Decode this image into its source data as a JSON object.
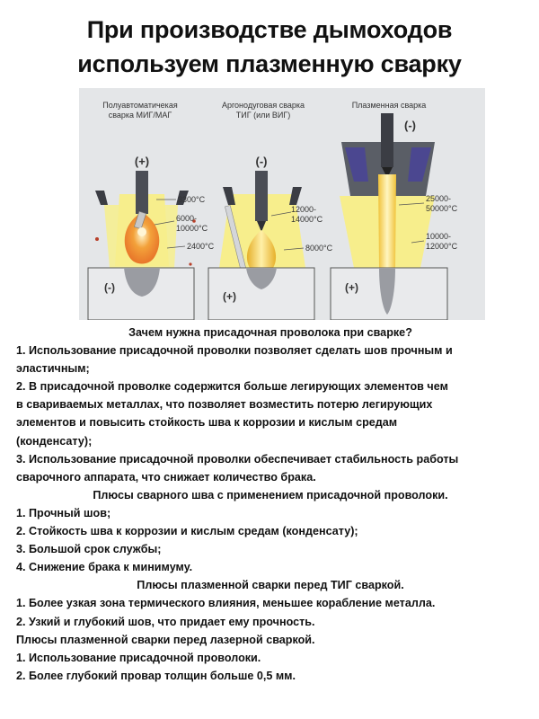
{
  "title": {
    "line1": "При производстве дымоходов",
    "line2": "используем плазменную сварку"
  },
  "diagram": {
    "mig": {
      "label_line1": "Полуавтоматичекая",
      "label_line2": "сварка МИГ/МАГ",
      "electrode_polarity": "(+)",
      "work_polarity": "(-)",
      "temp_arc": "3300°C",
      "temp_core_line1": "6000-",
      "temp_core_line2": "10000°C",
      "temp_outer": "2400°C"
    },
    "tig": {
      "label_line1": "Аргонодуговая сварка",
      "label_line2": "ТИГ (или ВИГ)",
      "electrode_polarity": "(-)",
      "work_polarity": "(+)",
      "temp_core_line1": "12000-",
      "temp_core_line2": "14000°C",
      "temp_outer": "8000°C"
    },
    "plasma": {
      "label": "Плазменная сварка",
      "electrode_polarity": "(-)",
      "work_polarity": "(+)",
      "temp_core_line1": "25000-",
      "temp_core_line2": "50000°C",
      "temp_outer_line1": "10000-",
      "temp_outer_line2": "12000°C"
    },
    "colors": {
      "background": "#e4e6e8",
      "flame_yellow": "#f7ee8c",
      "arc_orange": "#f08a2a",
      "workpiece": "#e9eaec",
      "torch": "#4a4d55",
      "nozzle_purple": "#4b4790"
    }
  },
  "text": {
    "q_heading": "Зачем нужна присадочная проволока при сварке?",
    "q1_l1": "1. Использование присадочной проволки позволяет  сделать шов прочным и",
    "q1_l2": "эластичным;",
    "q2_l1": "2. В присадочной проволке содержится больше легирующих элементов чем",
    "q2_l2": "в свариваемых металлах, что позволяет возместить потерю легирующих",
    "q2_l3": "элементов и повысить стойкость шва к коррозии и кислым средам",
    "q2_l4": "(конденсату);",
    "q3_l1": "3. Использование присадочной проволки обеспечивает стабильность работы",
    "q3_l2": "сварочного аппарата, что снижает количество брака.",
    "pros_wire_heading": "Плюсы  сварного шва с применением присадочной проволоки.",
    "pw1": "1. Прочный шов;",
    "pw2": "2. Стойкость шва к коррозии и кислым средам (конденсату);",
    "pw3": "3. Большой срок службы;",
    "pw4": "4. Снижение брака к минимуму.",
    "pros_tig_heading": "Плюсы плазменной сварки перед ТИГ сваркой.",
    "pt1": "1. Более узкая зона термического влияния, меньшее корабление металла.",
    "pt2": "2. Узкий и глубокий шов, что придает ему прочность.",
    "pros_laser_heading": "Плюсы плазменной сварки перед лазерной сваркой.",
    "pl1": "1. Использование присадочной проволоки.",
    "pl2": "2. Более глубокий провар толщин больше 0,5 мм."
  }
}
